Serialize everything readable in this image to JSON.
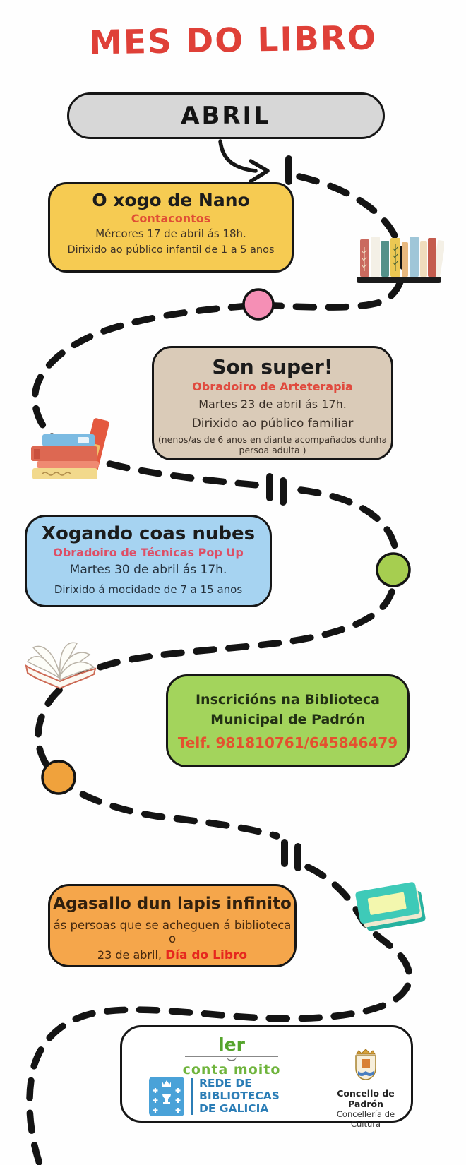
{
  "title": "MES DO LIBRO",
  "month": "ABRIL",
  "events": [
    {
      "title": "O xogo de Nano",
      "subtitle": "Contacontos",
      "date": "Mércores 17 de abril ás 18h.",
      "audience": "Dirixido ao público infantil de 1 a 5 anos"
    },
    {
      "title": "Son super!",
      "subtitle": "Obradoiro de Arteterapia",
      "date": "Martes 23 de abril ás 17h.",
      "audience": "Dirixido ao público familiar",
      "note": "(nenos/as de 6 anos en diante acompañados dunha persoa adulta )"
    },
    {
      "title": "Xogando coas nubes",
      "subtitle": "Obradoiro de Técnicas Pop Up",
      "date": "Martes 30 de abril ás 17h.",
      "audience": "Dirixido á mocidade de 7 a 15 anos"
    }
  ],
  "inscriptions": {
    "line1": "Inscricións na Biblioteca",
    "line2": "Municipal de Padrón",
    "phone": "Telf. 981810761/645846479"
  },
  "gift": {
    "title": "Agasallo dun lapis infinito",
    "line1": "ás persoas que se acheguen á biblioteca o",
    "line2_prefix": "23 de abril, ",
    "line2_highlight": "Día do Libro"
  },
  "footer": {
    "campaign_top": "ler",
    "campaign_bottom": "conta moito",
    "network_line1": "REDE DE",
    "network_line2": "BIBLIOTECAS",
    "network_line3": "DE GALICIA",
    "council": "Concello de Padrón",
    "department": "Concellería de Cultura"
  },
  "colors": {
    "title_red": "#df4038",
    "accent_red_orange": "#e04f35",
    "accent_coral": "#e04a3e",
    "accent_rose": "#dd4f66",
    "phone_red": "#e4502f",
    "highlight_red": "#e6271e",
    "card_yellow": "#f6cb52",
    "card_tan": "#dacbb8",
    "card_blue": "#a6d3f1",
    "card_green": "#a3d45c",
    "card_orange": "#f5a64b",
    "dot_pink": "#f58fb5",
    "dot_green": "#a6ce50",
    "dot_orange": "#f0a23c",
    "banner_gray": "#d7d7d7",
    "campaign_green": "#55a42c",
    "network_blue": "#2b7db6",
    "path_black": "#141414"
  }
}
